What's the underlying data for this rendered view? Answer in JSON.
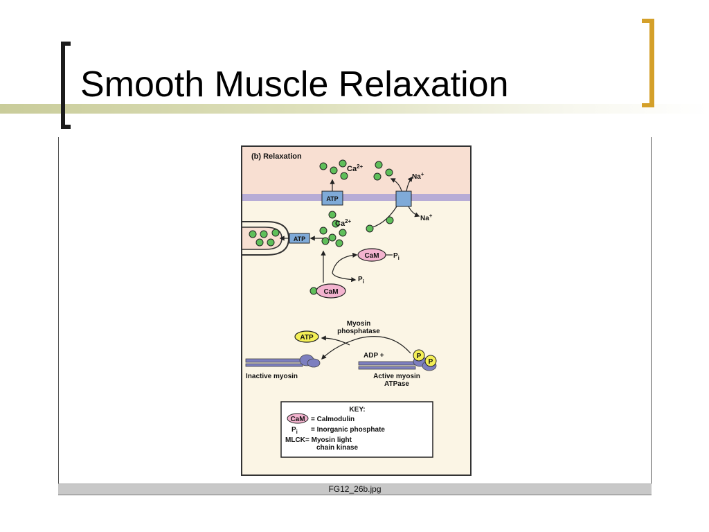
{
  "slide": {
    "title": "Smooth Muscle Relaxation",
    "caption": "FG12_26b.jpg",
    "accent_color": "#d4a02a",
    "line_color": "#c9cc9a"
  },
  "figure": {
    "panel_label": "(b) Relaxation",
    "ca_top": "Ca",
    "ca_top_sup": "2+",
    "ca_mid": "Ca",
    "ca_mid_sup": "2+",
    "na_in": "Na",
    "na_out": "Na",
    "na_sup": "+",
    "atp_pump_membrane": "ATP",
    "atp_pump_sr": "ATP",
    "cam_pi": "CaM",
    "cam_pi_suffix": "P",
    "cam_pi_sub": "i",
    "pi_free": "P",
    "pi_free_sub": "i",
    "cam_bottom": "CaM",
    "myosin_phosphatase_line1": "Myosin",
    "myosin_phosphatase_line2": "phosphatase",
    "atp_myosin": "ATP",
    "adp_plus": "ADP +",
    "p_badge_1": "P",
    "p_badge_2": "P",
    "inactive_myosin": "Inactive myosin",
    "active_myosin_line1": "Active myosin",
    "active_myosin_line2": "ATPase",
    "colors": {
      "ecf": "#f8dfd2",
      "cytoplasm": "#fbf5e5",
      "membrane": "#b7acd6",
      "ca": "#5fbf5a",
      "pump": "#7faad8",
      "cam": "#f3b3cf",
      "atp_yellow": "#f4ef56",
      "myosin": "#7d7fbf"
    }
  },
  "key": {
    "title": "KEY:",
    "items": [
      {
        "symbol": "CaM",
        "definition": "= Calmodulin"
      },
      {
        "symbol": "P",
        "symbol_sub": "i",
        "definition": "=  Inorganic phosphate"
      },
      {
        "symbol": "MLCK",
        "definition": "=  Myosin light",
        "definition_line2": "chain kinase"
      }
    ]
  }
}
